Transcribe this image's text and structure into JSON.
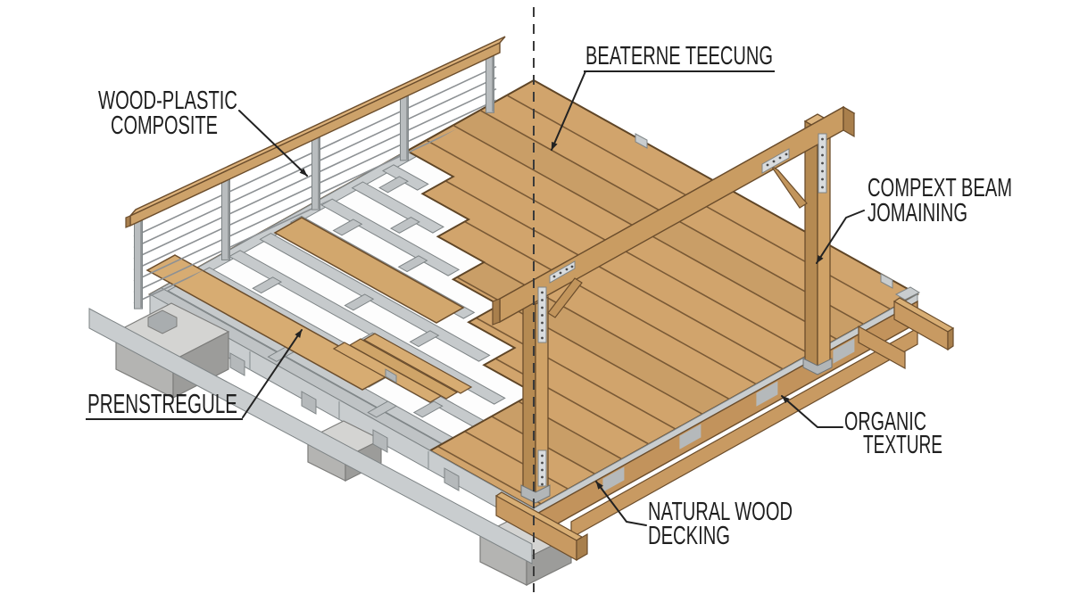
{
  "figure": {
    "kind": "isometric-construction-diagram",
    "subject": "wood deck framing and railing illustration"
  },
  "labels": {
    "wood_plastic_composite": {
      "line1": "WOOD-PLASTIC",
      "line2": "COMPOSITE"
    },
    "beaterne_teecung": {
      "line1": "BEATERNE TEECUNG"
    },
    "compext_beam_jomaining": {
      "line1": "COMPEXT BEAM",
      "line2": "JOMAINING"
    },
    "prenstregule": {
      "line1": "PRENSTREGULE"
    },
    "organic_texture": {
      "line1": "ORGANIC",
      "line2": "TEXTURE"
    },
    "natural_wood_decking": {
      "line1": "NATURAL WOOD",
      "line2": "DECKING"
    }
  },
  "palette": {
    "background": "#ffffff",
    "decking_wood": "#d1a46c",
    "deck_joint": "#7a5a36",
    "frame_wood": "#c99c62",
    "wood_top": "#ddb57e",
    "wood_dark": "#a97f4c",
    "wood_outline": "#6b4d2c",
    "metal_light": "#c9cdcf",
    "metal_mid": "#b2b6b8",
    "metal_dark": "#8f9496",
    "concrete_top": "#d4d4d2",
    "concrete_side": "#9c9c9a",
    "label_text": "#1f1f1f",
    "annotation_line": "#222222"
  }
}
